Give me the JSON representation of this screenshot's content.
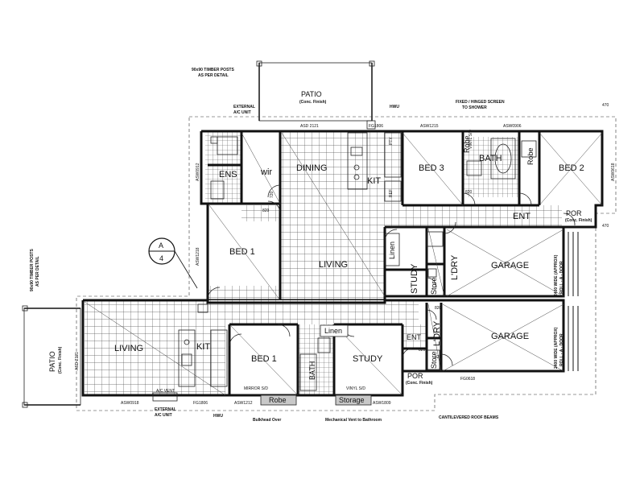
{
  "rooms": {
    "patio_top": "PATIO",
    "patio_top_sub": "(Conc. Finish)",
    "ens": "ENS",
    "wir": "wir",
    "dining": "DINING",
    "kit_top": "KIT",
    "bed3": "BED 3",
    "bath_top": "BATH",
    "robe_top": "Robe",
    "robe_top2": "Robe",
    "bed2": "BED 2",
    "ent_top": "ENT",
    "por_top": "POR",
    "por_top_sub": "(Conc. Finish)",
    "bed1_top": "BED 1",
    "living_top": "LIVING",
    "linen_top": "Linen",
    "study_top": "STUDY",
    "store_top": "Store",
    "ldry_top": "L'DRY",
    "garage_top": "GARAGE",
    "patio_left": "PATIO",
    "patio_left_sub": "(Conc. Finish)",
    "living_bot": "LIVING",
    "kit_bot": "KIT",
    "bed1_bot": "BED 1",
    "linen_bot": "Linen",
    "bath_bot": "BATH",
    "study_bot": "STUDY",
    "ent_bot": "ENT",
    "ldry_bot": "L'DRY",
    "store_bot": "Store",
    "garage_bot": "GARAGE",
    "por_bot": "POR",
    "por_bot_sub": "(Conc. Finish)",
    "robe_bot": "Robe",
    "storage_bot": "Storage"
  },
  "notes": {
    "timber_posts_top": "90x90 TIMBER POSTS",
    "timber_posts_top2": "AS PER DETAIL",
    "timber_posts_left": "90x90 TIMBER POSTS",
    "timber_posts_left2": "AS PER DETAIL",
    "external_ac_top": "EXTERNAL",
    "external_ac_top2": "A/C UNIT",
    "external_ac_bot": "EXTERNAL",
    "external_ac_bot2": "A/C UNIT",
    "hwu_top": "HWU",
    "hwu_bot": "HWU",
    "fixed_screen": "FIXED / HINGED SCREEN",
    "fixed_screen2": "TO SHOWER",
    "bulkhead": "Bulkhead Over",
    "mech_vent": "Mechanical Vent to Bathroom",
    "cantilevered": "CANTILEVERED ROOF BEAMS",
    "garage_door_top": "2400 WIDE (APPROX)",
    "garage_door_top2": "ROLL - A - DOOR",
    "garage_door_bot": "2400 WIDE (APPROX)",
    "garage_door_bot2": "ROLL - A - DOOR",
    "section_mark_top": "A",
    "section_mark_bot": "4"
  },
  "codes": {
    "asd_top": "ASD 2121",
    "fg1806_top": "FG1806",
    "asw1215": "ASW1215",
    "asw0906": "ASW0906",
    "asw0618": "ASW0618",
    "asw0912": "ASW0912",
    "asw1218": "ASW1218",
    "asd_left": "ASD 2121",
    "asw0918": "ASW0918",
    "fg1806_bot": "FG1806",
    "asw1212": "ASW1212",
    "asw1809": "ASW1809",
    "fg0618": "FG0618",
    "door820_a": "820",
    "door820_b": "820",
    "door820_c": "820",
    "door820_d": "820",
    "door820_e": "820",
    "door720": "720",
    "dim470_a": "470",
    "dim470_b": "470",
    "vinyl_sd_top": "VINYL S/D",
    "vinyl_sd_bot": "VINYL S/D",
    "mirror_sd": "MIRROR S/D",
    "ref": "REF",
    "pty": "PTY",
    "ac_vent": "A/C VENT"
  }
}
